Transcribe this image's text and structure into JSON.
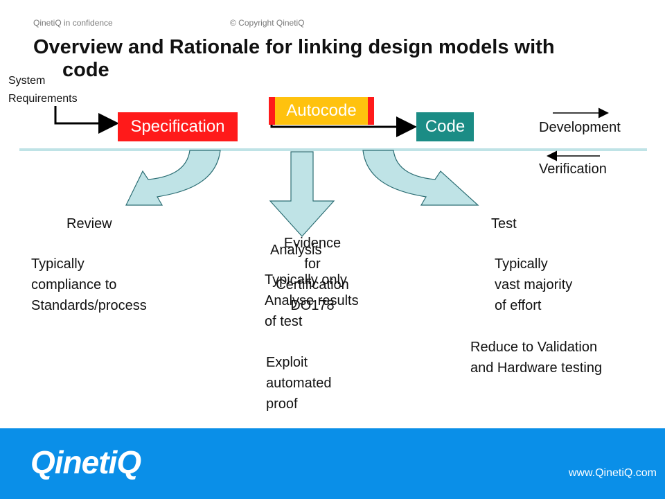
{
  "header": {
    "confidence": "QinetiQ  in confidence",
    "copyright": "© Copyright QinetiQ"
  },
  "title": {
    "line1": "Overview and Rationale for linking design models with",
    "line2": "code"
  },
  "system_requirements": {
    "line1": "System",
    "line2": "Requirements"
  },
  "boxes": {
    "specification": "Specification",
    "autocode": "Autocode",
    "code": "Code"
  },
  "legend": {
    "development": "Development",
    "verification": "Verification"
  },
  "review": {
    "label": "Review",
    "desc": [
      "Typically",
      "compliance to",
      "Standards/process"
    ]
  },
  "evidence": {
    "lines": [
      "Evidence",
      "for",
      "Certification",
      "DO178"
    ]
  },
  "analysis": {
    "label": "Analysis",
    "desc": [
      "Typically only",
      "Analyse results",
      "of test"
    ],
    "exploit": [
      "Exploit",
      "automated",
      "proof"
    ]
  },
  "test": {
    "label": "Test",
    "desc": [
      "Typically",
      "vast majority",
      "of effort"
    ],
    "reduce": [
      "Reduce to Validation",
      "and Hardware testing"
    ]
  },
  "footer": {
    "logo": "QinetiQ",
    "url": "www.QinetiQ.com"
  },
  "colors": {
    "red": "#ff1a1a",
    "amber": "#ffc20e",
    "teal": "#1b8c85",
    "arrow_fill": "#bfe3e6",
    "footer_blue": "#0a8fe8"
  }
}
